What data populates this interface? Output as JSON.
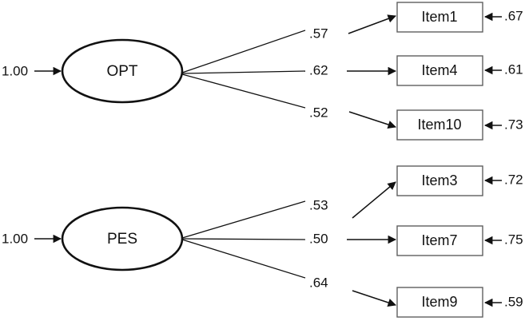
{
  "diagram": {
    "type": "cfa-path-diagram",
    "title": "",
    "factors": [
      {
        "id": "opt",
        "name": "OPT",
        "variance_label": "1.00",
        "indicators": [
          {
            "id": "item1",
            "name": "Item1",
            "loading": ".57",
            "residual": ".67"
          },
          {
            "id": "item4",
            "name": "Item4",
            "loading": ".62",
            "residual": ".61"
          },
          {
            "id": "item10",
            "name": "Item10",
            "loading": ".52",
            "residual": ".73"
          }
        ]
      },
      {
        "id": "pes",
        "name": "PES",
        "variance_label": "1.00",
        "indicators": [
          {
            "id": "item3",
            "name": "Item3",
            "loading": ".53",
            "residual": ".72"
          },
          {
            "id": "item7",
            "name": "Item7",
            "loading": ".50",
            "residual": ".75"
          },
          {
            "id": "item9",
            "name": "Item9",
            "loading": ".64",
            "residual": ".59"
          }
        ]
      }
    ],
    "colors": {
      "background": "#ffffff",
      "factor_stroke": "#111111",
      "indicator_stroke": "#5f5f5f",
      "path_stroke": "#111111",
      "text": "#111111"
    }
  }
}
